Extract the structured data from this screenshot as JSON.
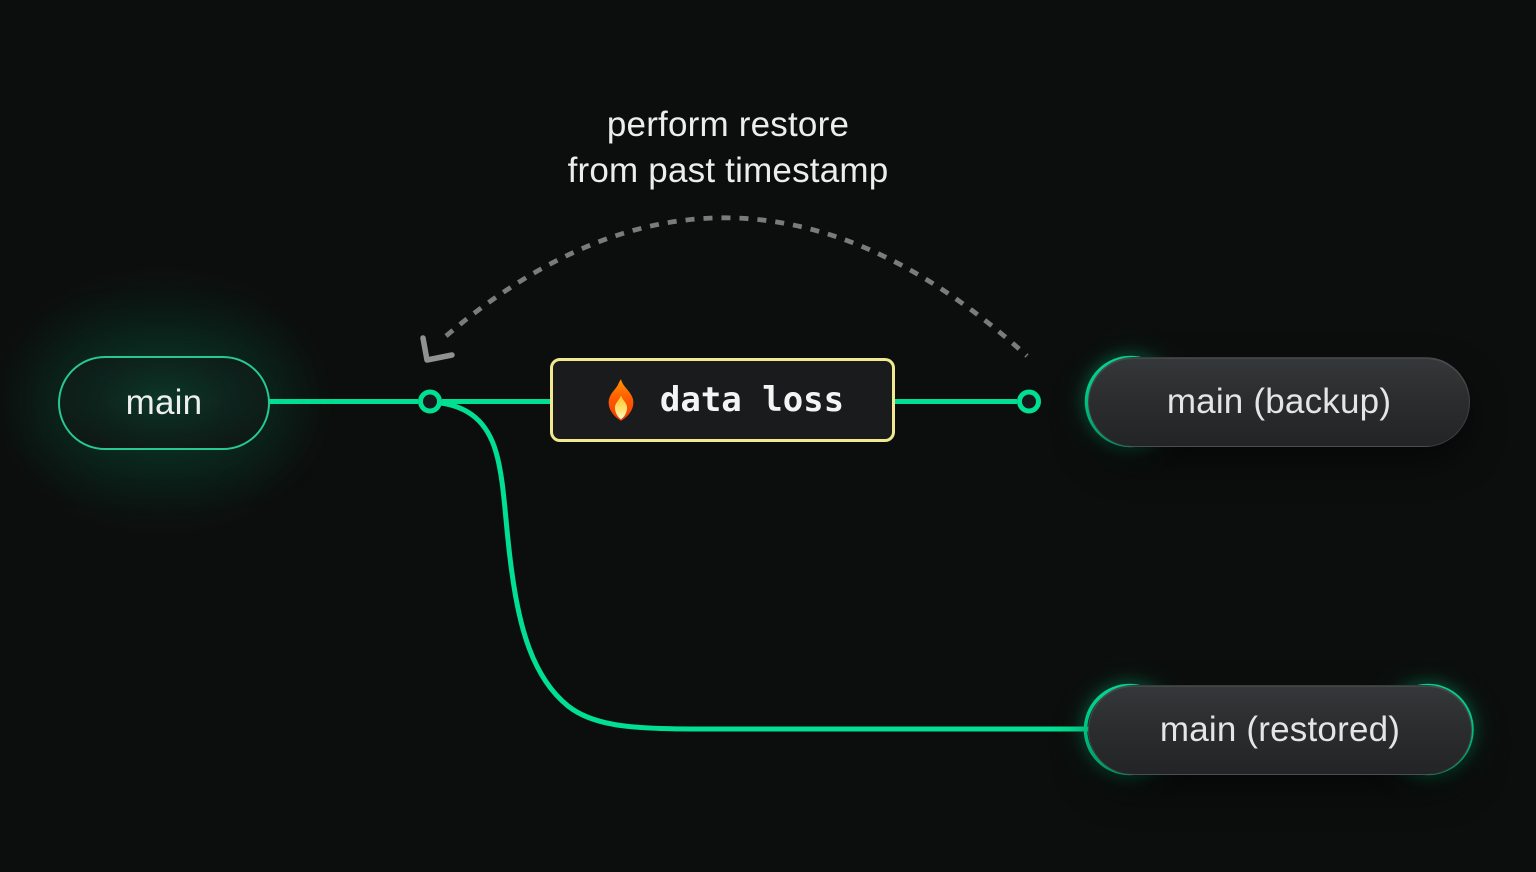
{
  "annotation": {
    "line1": "perform restore",
    "line2": "from past timestamp"
  },
  "nodes": {
    "main": {
      "label": "main"
    },
    "data_loss": {
      "label": "data loss",
      "icon": "fire-icon"
    },
    "backup": {
      "label": "main (backup)"
    },
    "restored": {
      "label": "main (restored)"
    }
  },
  "colors": {
    "background": "#0c0e0d",
    "branch_green": "#00df92",
    "box_border_yellow": "#f1e88f",
    "dashed_arc_gray": "#787c7b",
    "text_primary": "#eceeed",
    "pill_gray_bg": "#2b2d2e"
  }
}
